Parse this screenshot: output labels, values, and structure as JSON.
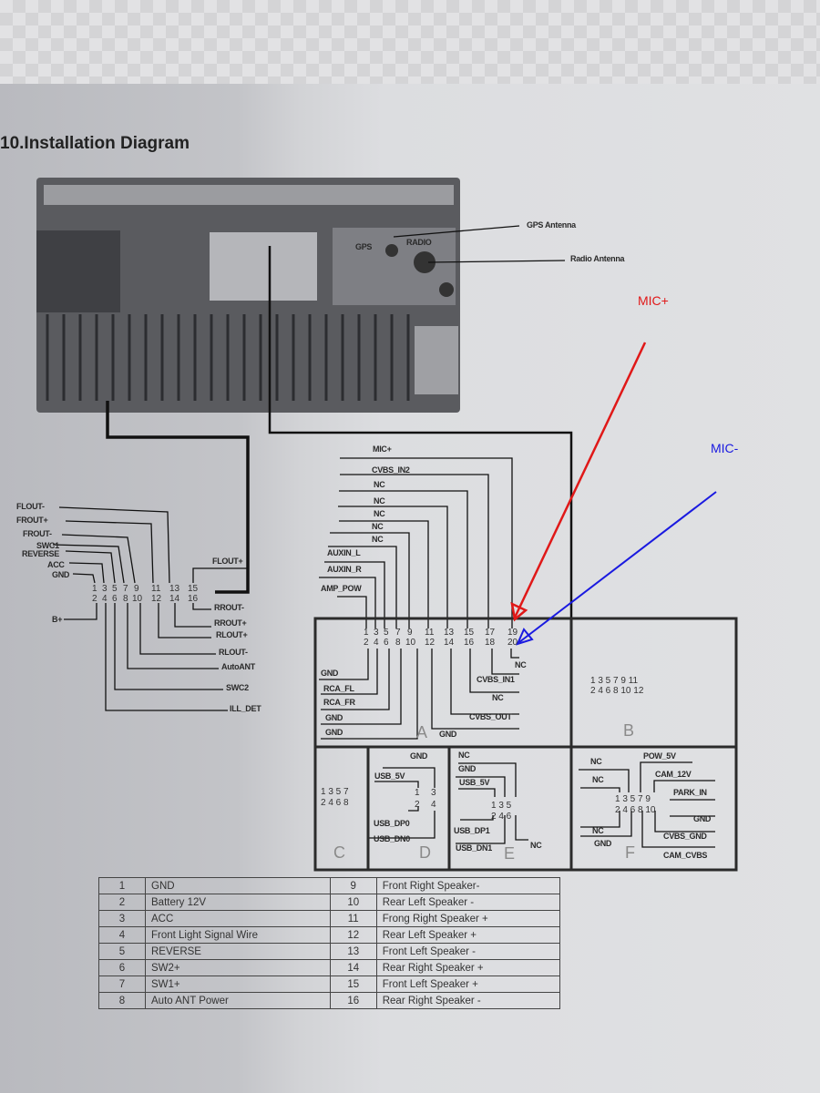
{
  "title": "10.Installation Diagram",
  "unit": {
    "gps_antenna": "GPS Antenna",
    "radio_antenna": "Radio Antenna",
    "gps_port": "GPS",
    "radio_port": "RADIO"
  },
  "annotations": {
    "mic_plus": "MIC+",
    "mic_minus": "MIC-",
    "mic_plus_color": "#e01818",
    "mic_minus_color": "#1a1ae0"
  },
  "power_connector": {
    "left_labels": [
      "FLOUT-",
      "FROUT+",
      "FROUT-",
      "SWC1",
      "REVERSE",
      "ACC",
      "GND",
      "B+"
    ],
    "right_labels": [
      "FLOUT+",
      "RROUT-",
      "RROUT+",
      "RLOUT+",
      "RLOUT-",
      "AutoANT",
      "SWC2",
      "ILL_DET"
    ],
    "pins_top": [
      "1",
      "3",
      "5",
      "7",
      "9",
      "11",
      "13",
      "15"
    ],
    "pins_bottom": [
      "2",
      "4",
      "6",
      "8",
      "10",
      "12",
      "14",
      "16"
    ]
  },
  "connector_a": {
    "letter": "A",
    "top_labels": [
      "MIC+",
      "CVBS_IN2",
      "NC",
      "NC",
      "NC",
      "NC",
      "NC",
      "AUXIN_L",
      "AUXIN_R",
      "AMP_POW"
    ],
    "bottom_left_labels": [
      "GND",
      "RCA_FL",
      "RCA_FR",
      "GND",
      "GND"
    ],
    "bottom_right_labels": [
      "NC",
      "CVBS_IN1",
      "NC",
      "CVBS_OUT",
      "GND"
    ],
    "pins_top": [
      "1",
      "3",
      "5",
      "7",
      "9",
      "11",
      "13",
      "15",
      "17",
      "19"
    ],
    "pins_bottom": [
      "2",
      "4",
      "6",
      "8",
      "10",
      "12",
      "14",
      "16",
      "18",
      "20"
    ]
  },
  "connector_b": {
    "letter": "B",
    "pins_top": "1 3 5 7 9 11",
    "pins_bottom": "2 4 6 8 10 12"
  },
  "connector_c": {
    "letter": "C",
    "pins_top": "1 3 5 7",
    "pins_bottom": "2 4 6 8"
  },
  "connector_d": {
    "letter": "D",
    "labels": [
      "GND",
      "USB_5V",
      "USB_DP0",
      "USB_DN0"
    ],
    "pins": [
      "1",
      "3",
      "2",
      "4"
    ]
  },
  "connector_e": {
    "letter": "E",
    "labels": [
      "NC",
      "GND",
      "USB_5V",
      "USB_DP1",
      "USB_DN1",
      "NC"
    ],
    "pins_top": "1 3 5",
    "pins_bottom": "2 4 6"
  },
  "connector_f": {
    "letter": "F",
    "labels": [
      "NC",
      "NC",
      "NC",
      "GND",
      "POW_5V",
      "CAM_12V",
      "PARK_IN",
      "GND",
      "CVBS_GND",
      "CAM_CVBS"
    ],
    "pins_top": "1 3 5 7 9",
    "pins_bottom": "2 4 6 8 10"
  },
  "pin_table": [
    [
      "1",
      "GND",
      "9",
      "Front Right Speaker-"
    ],
    [
      "2",
      "Battery 12V",
      "10",
      "Rear Left Speaker -"
    ],
    [
      "3",
      "ACC",
      "11",
      "Frong Right Speaker +"
    ],
    [
      "4",
      "Front Light Signal Wire",
      "12",
      "Rear Left Speaker +"
    ],
    [
      "5",
      "REVERSE",
      "13",
      "Front Left Speaker -"
    ],
    [
      "6",
      "SW2+",
      "14",
      "Rear Right Speaker +"
    ],
    [
      "7",
      "SW1+",
      "15",
      "Front Left Speaker +"
    ],
    [
      "8",
      "Auto ANT Power",
      "16",
      "Rear Right Speaker -"
    ]
  ]
}
